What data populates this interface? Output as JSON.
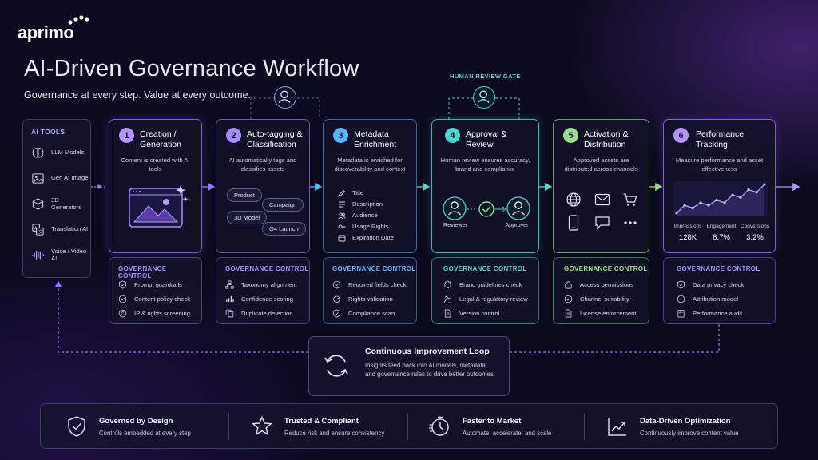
{
  "brand": {
    "logo_text": "aprimo"
  },
  "header": {
    "title": "AI-Driven Governance Workflow",
    "subtitle": "Governance at every step. Value at every outcome."
  },
  "human_review_gate_label": "HUMAN REVIEW GATE",
  "ai_tools": {
    "heading": "AI TOOLS",
    "items": [
      {
        "label": "LLM Models",
        "icon": "brain-icon"
      },
      {
        "label": "Gen AI Image",
        "icon": "image-icon"
      },
      {
        "label": "3D Generators",
        "icon": "cube-icon"
      },
      {
        "label": "Translation AI",
        "icon": "translate-icon"
      },
      {
        "label": "Voice / Video AI",
        "icon": "waveform-icon"
      }
    ]
  },
  "stages": [
    {
      "number": "1",
      "title": "Creation / Generation",
      "description": "Content is created with AI tools",
      "color": "#b594ff"
    },
    {
      "number": "2",
      "title": "Auto-tagging & Classification",
      "description": "AI automatically tags and classifies assets",
      "color": "#a48dff",
      "tags": [
        "Product",
        "Campaign",
        "3D Model",
        "Q4 Launch"
      ]
    },
    {
      "number": "3",
      "title": "Metadata Enrichment",
      "description": "Metadata is enriched for discoverability and context",
      "color": "#55b8ff",
      "fields": [
        "Title",
        "Description",
        "Audience",
        "Usage Rights",
        "Expiration Date"
      ]
    },
    {
      "number": "4",
      "title": "Approval & Review",
      "description": "Human review ensures accuracy, brand and compliance",
      "color": "#4fd6c8",
      "reviewer_label": "Reviewer",
      "approver_label": "Approver"
    },
    {
      "number": "5",
      "title": "Activation & Distribution",
      "description": "Approved assets are distributed across channels",
      "color": "#97e08a"
    },
    {
      "number": "6",
      "title": "Performance Tracking",
      "description": "Measure performance and asset effectiveness",
      "color": "#b594ff",
      "metrics": [
        {
          "label": "Impressions",
          "value": "128K"
        },
        {
          "label": "Engagement",
          "value": "8.7%"
        },
        {
          "label": "Conversions",
          "value": "3.2%"
        }
      ],
      "trend": [
        2,
        5,
        4,
        6,
        5,
        7,
        6,
        9,
        8,
        11,
        10,
        13
      ]
    }
  ],
  "governance": [
    {
      "heading": "GOVERNANCE CONTROL",
      "color": "#a88bff",
      "items": [
        {
          "label": "Prompt guardrails",
          "icon": "shield-check-icon"
        },
        {
          "label": "Content policy check",
          "icon": "check-circle-icon"
        },
        {
          "label": "IP & rights screening",
          "icon": "copyright-icon"
        }
      ]
    },
    {
      "heading": "GOVERNANCE CONTROL",
      "color": "#a88bff",
      "items": [
        {
          "label": "Taxonomy alignment",
          "icon": "hierarchy-icon"
        },
        {
          "label": "Confidence scoring",
          "icon": "bar-chart-icon"
        },
        {
          "label": "Duplicate detection",
          "icon": "copy-icon"
        }
      ]
    },
    {
      "heading": "GOVERNANCE CONTROL",
      "color": "#64b5ff",
      "items": [
        {
          "label": "Required fields check",
          "icon": "check-circle-icon"
        },
        {
          "label": "Rights validation",
          "icon": "refresh-icon"
        },
        {
          "label": "Compliance scan",
          "icon": "shield-check-icon"
        }
      ]
    },
    {
      "heading": "GOVERNANCE CONTROL",
      "color": "#54d3c6",
      "items": [
        {
          "label": "Brand guidelines check",
          "icon": "badge-icon"
        },
        {
          "label": "Legal & regulatory review",
          "icon": "gavel-icon"
        },
        {
          "label": "Version control",
          "icon": "document-icon"
        }
      ]
    },
    {
      "heading": "GOVERNANCE CONTROL",
      "color": "#98dd86",
      "items": [
        {
          "label": "Access permissions",
          "icon": "lock-icon"
        },
        {
          "label": "Channel suitability",
          "icon": "check-circle-icon"
        },
        {
          "label": "License enforcement",
          "icon": "document-icon"
        }
      ]
    },
    {
      "heading": "GOVERNANCE CONTROL",
      "color": "#a88bff",
      "items": [
        {
          "label": "Data privacy check",
          "icon": "shield-check-icon"
        },
        {
          "label": "Attribution model",
          "icon": "pie-chart-icon"
        },
        {
          "label": "Performance audit",
          "icon": "checklist-icon"
        }
      ]
    }
  ],
  "loop": {
    "title": "Continuous Improvement Loop",
    "description": "Insights feed back into AI models, metadata, and governance rules to drive better outcomes."
  },
  "benefits": [
    {
      "title": "Governed by Design",
      "description": "Controls embedded at every step",
      "icon": "shield-check-icon"
    },
    {
      "title": "Trusted & Compliant",
      "description": "Reduce risk and ensure consistency",
      "icon": "star-icon"
    },
    {
      "title": "Faster to Market",
      "description": "Automate, accelerate, and scale",
      "icon": "timer-icon"
    },
    {
      "title": "Data-Driven Optimization",
      "description": "Continuously improve content value",
      "icon": "trend-icon"
    }
  ]
}
